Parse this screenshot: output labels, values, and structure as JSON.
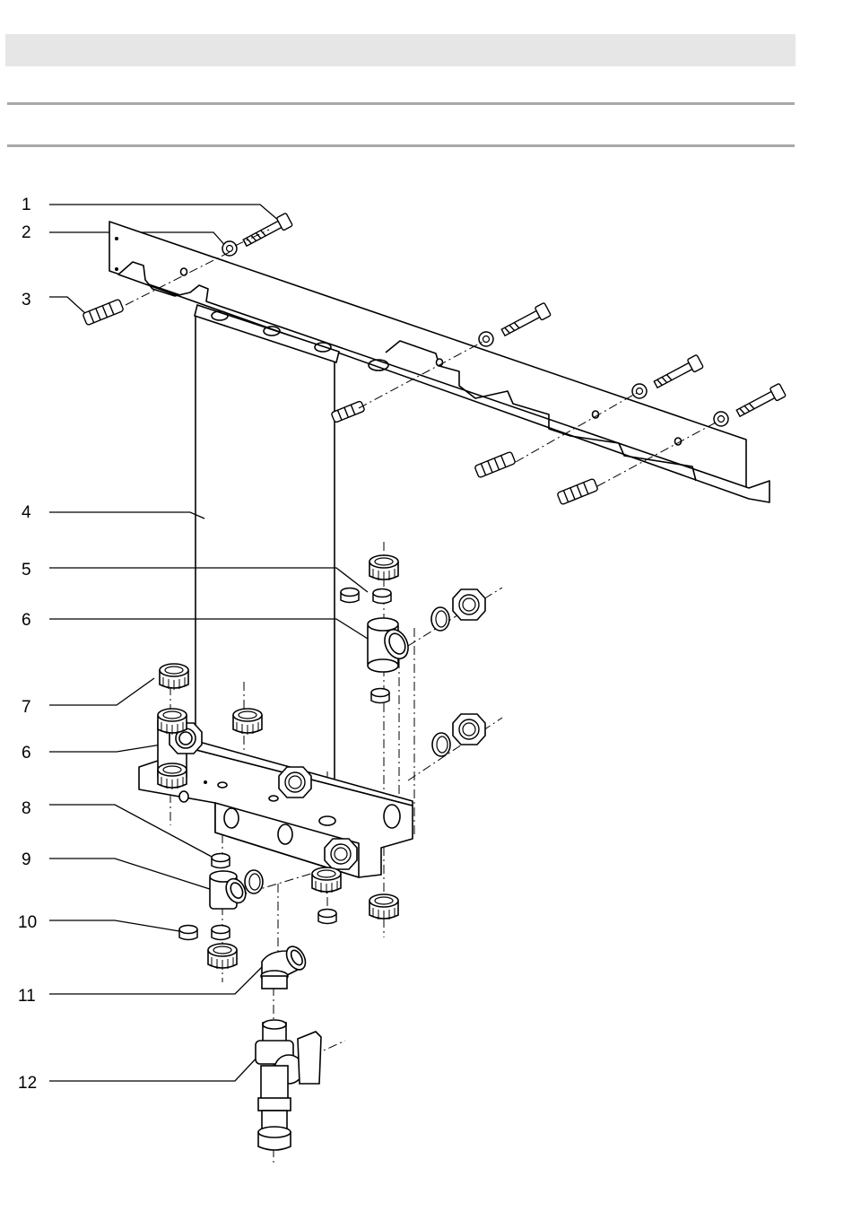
{
  "figure": {
    "type": "exploded-assembly-drawing",
    "callouts": [
      {
        "number": "1",
        "part": "bolt"
      },
      {
        "number": "2",
        "part": "washer"
      },
      {
        "number": "3",
        "part": "wall-plug"
      },
      {
        "number": "4",
        "part": "mounting-template"
      },
      {
        "number": "5",
        "part": "sealing-ring"
      },
      {
        "number": "6",
        "part": "tee-fitting"
      },
      {
        "number": "7",
        "part": "blanking-cap"
      },
      {
        "number": "6",
        "part": "tee-fitting"
      },
      {
        "number": "8",
        "part": "sealing-ring"
      },
      {
        "number": "9",
        "part": "tee-fitting"
      },
      {
        "number": "10",
        "part": "sealing-ring"
      },
      {
        "number": "11",
        "part": "elbow-fitting"
      },
      {
        "number": "12",
        "part": "shut-off-valve"
      }
    ]
  },
  "colors": {
    "ink": "#000000",
    "header_bar": "#e6e6e6",
    "rule": "#a8a8a8"
  }
}
